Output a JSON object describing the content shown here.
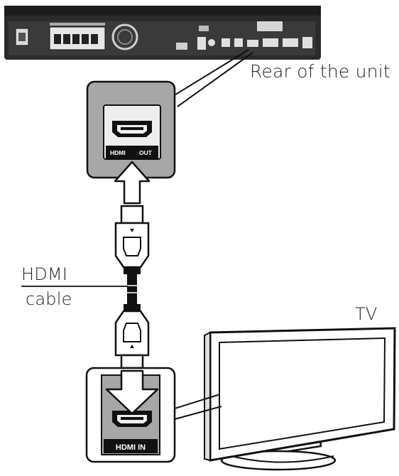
{
  "labels": {
    "rear_of_unit": "Rear of the unit",
    "cable_line1": "HDMI",
    "cable_line2": "cable",
    "tv": "TV"
  },
  "ports": {
    "out_left": "HDMI",
    "out_right": "OUT",
    "in": "HDMI IN"
  },
  "colors": {
    "device_body": "#2b2b2b",
    "panel_gray": "#a7a7a7",
    "outline": "#111111",
    "background": "#ffffff"
  }
}
